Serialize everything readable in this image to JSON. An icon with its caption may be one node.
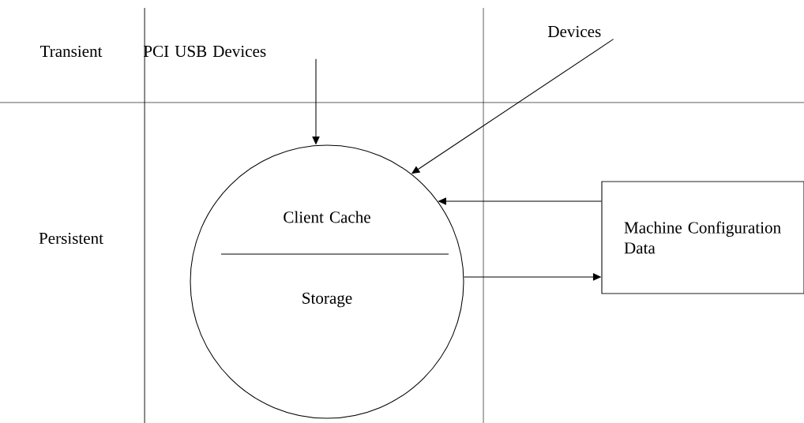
{
  "diagram": {
    "nodes": [
      {
        "text": [
          "PCI USB Devices"
        ]
      },
      {
        "text": [
          "Devices"
        ]
      },
      {
        "text": [
          "Client Cache",
          "Storage"
        ]
      },
      {
        "text": [
          "Machine Configuration Data"
        ]
      }
    ],
    "edges": [
      {
        "from": 0,
        "to": 2,
        "arrow": "to"
      },
      {
        "from": 1,
        "to": 2,
        "arrow": "to"
      },
      {
        "from": 3,
        "to": 2,
        "arrow": "to"
      },
      {
        "from": 2,
        "to": 3,
        "arrow": "to"
      }
    ],
    "labels": [
      "Transient",
      "Persistent"
    ]
  }
}
